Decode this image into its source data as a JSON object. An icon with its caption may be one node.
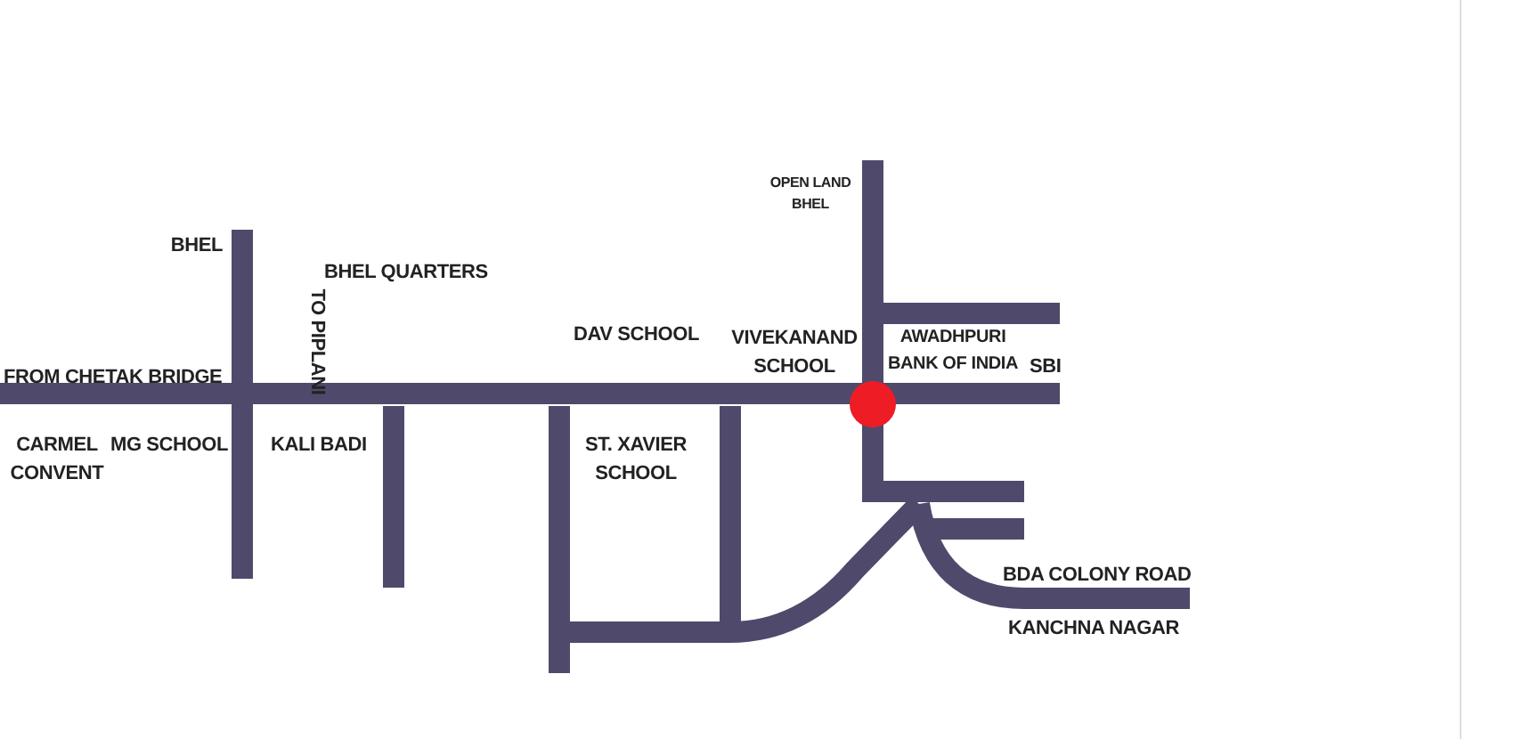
{
  "diagram": {
    "labels": [
      "BHEL",
      "OPEN LAND BHEL",
      "BHEL QUARTERS",
      "TO PIPLANI",
      "DAV SCHOOL",
      "VIVEKANAND SCHOOL",
      "AWADHPURI BANK OF INDIA",
      "FROM CHETAK BRIDGE",
      "SBI",
      "CARMEL CONVENT",
      "MG SCHOOL",
      "KALI BADI",
      "ST. XAVIER SCHOOL",
      "BDA COLONY ROAD",
      "KANCHNA NAGAR"
    ]
  }
}
